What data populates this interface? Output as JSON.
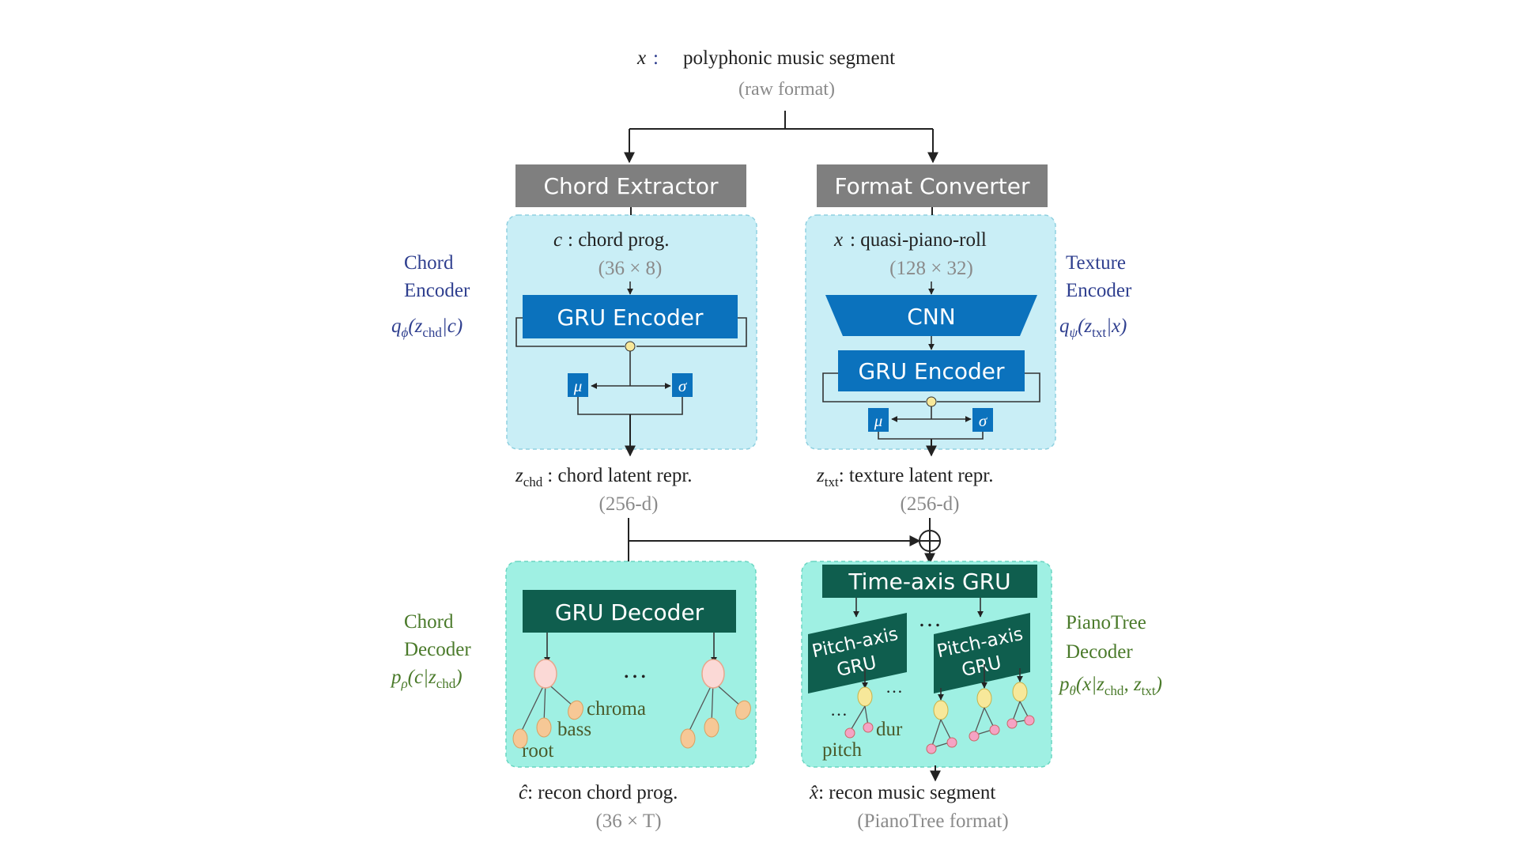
{
  "input": {
    "symbol": "x",
    "colon": ":",
    "title": "polyphonic music segment",
    "subtitle": "(raw format)"
  },
  "extractors": {
    "chord_extractor": "Chord Extractor",
    "format_converter": "Format Converter"
  },
  "chord_encoder": {
    "label_line1": "Chord",
    "label_line2": "Encoder",
    "formula": "qϕ(zchd|c)",
    "input_symbol": "c",
    "input_text": ": chord prog.",
    "input_dim": "(36 × 8)",
    "gru_label": "GRU Encoder",
    "mu": "μ",
    "sigma": "σ"
  },
  "texture_encoder": {
    "label_line1": "Texture",
    "label_line2": "Encoder",
    "formula": "qψ(ztxt|x)",
    "input_symbol": "x",
    "input_text": ": quasi-piano-roll",
    "input_dim": "(128 × 32)",
    "cnn_label": "CNN",
    "gru_label": "GRU Encoder",
    "mu": "μ",
    "sigma": "σ"
  },
  "latents": {
    "chord_symbol": "z",
    "chord_sub": "chd",
    "chord_text": ": chord latent repr.",
    "chord_dim": "(256-d)",
    "texture_symbol": "z",
    "texture_sub": "txt",
    "texture_text": ": texture latent repr.",
    "texture_dim": "(256-d)",
    "concat_symbol": "⊕"
  },
  "chord_decoder": {
    "label_line1": "Chord",
    "label_line2": "Decoder",
    "formula": "pρ(c|zchd)",
    "gru_label": "GRU Decoder",
    "ellipsis": "…",
    "chroma": "chroma",
    "bass": "bass",
    "root": "root"
  },
  "pianotree_decoder": {
    "label_line1": "PianoTree",
    "label_line2": "Decoder",
    "formula": "pθ(x|zchd, ztxt)",
    "time_gru": "Time-axis GRU",
    "pitch_gru_line1": "Pitch-axis",
    "pitch_gru_line2": "GRU",
    "ellipsis": "…",
    "dur": "dur",
    "pitch": "pitch"
  },
  "outputs": {
    "chord_symbol": "ĉ",
    "chord_text": ": recon chord prog.",
    "chord_dim": "(36 × T)",
    "music_symbol": "x̂",
    "music_text": ": recon music segment",
    "music_dim": "(PianoTree format)"
  },
  "colors": {
    "gray_box": "#7f7f7f",
    "encoder_panel": "#c9eef6",
    "decoder_panel": "#9ff0e3",
    "blue_block": "#0b72bd",
    "dark_green_block": "#0f5e4e",
    "node_peach": "#f6c896",
    "node_pink": "#f5a3c4",
    "node_yellow": "#f7e89a"
  }
}
